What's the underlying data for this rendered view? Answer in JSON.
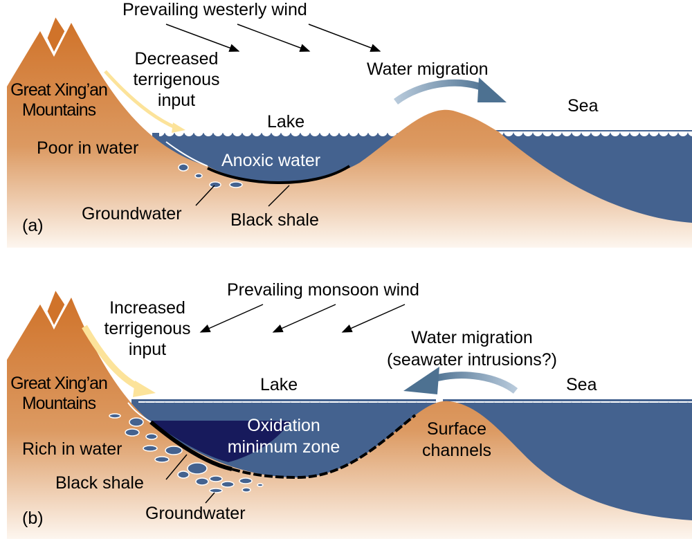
{
  "panel_a": {
    "label": "(a)",
    "wind": "Prevailing westerly wind",
    "input": [
      "Decreased",
      "terrigenous",
      "input"
    ],
    "mountains": [
      "Great Xing’an",
      "Mountains"
    ],
    "water_status": "Poor in water",
    "lake": "Lake",
    "anoxic": "Anoxic water",
    "groundwater": "Groundwater",
    "shale": "Black shale",
    "migration": "Water migration",
    "sea": "Sea"
  },
  "panel_b": {
    "label": "(b)",
    "wind": "Prevailing monsoon wind",
    "input": [
      "Increased",
      "terrigenous",
      "input"
    ],
    "mountains": [
      "Great Xing’an",
      "Mountains"
    ],
    "water_status": "Rich in water",
    "lake": "Lake",
    "omz": [
      "Oxidation",
      "minimum zone"
    ],
    "groundwater": "Groundwater",
    "shale": "Black shale",
    "migration": [
      "Water migration",
      "(seawater intrusions?)"
    ],
    "sea": "Sea",
    "channels": [
      "Surface",
      "channels"
    ]
  },
  "colors": {
    "land": "#d4782f",
    "water": "#44628f",
    "omz": "#171a5c",
    "input_arrow": "#fce39a",
    "migration_arrow": "#4d7191"
  }
}
